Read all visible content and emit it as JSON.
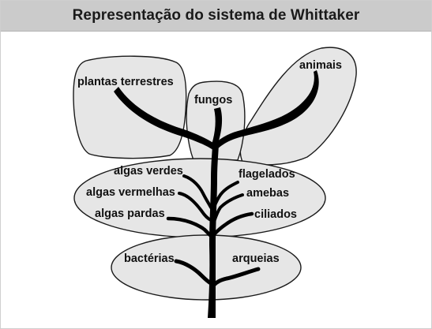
{
  "title": "Representação do sistema de Whittaker",
  "colors": {
    "title_bar": "#cbcbcb",
    "region_fill": "#e6e6e6",
    "region_stroke": "#1a1a1a",
    "branch": "#000000"
  },
  "labels": {
    "plantas": "plantas terrestres",
    "fungos": "fungos",
    "animais": "animais",
    "algas_verdes": "algas verdes",
    "algas_vermelhas": "algas vermelhas",
    "algas_pardas": "algas pardas",
    "flagelados": "flagelados",
    "amebas": "amebas",
    "ciliados": "ciliados",
    "bacterias": "bactérias",
    "arqueias": "arqueias"
  }
}
